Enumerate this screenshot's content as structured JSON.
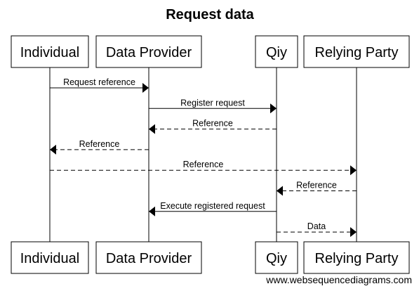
{
  "diagram": {
    "title": "Request data",
    "watermark": "www.websequencediagrams.com",
    "participants": [
      {
        "id": "individual",
        "label": "Individual"
      },
      {
        "id": "provider",
        "label": "Data Provider"
      },
      {
        "id": "qiy",
        "label": "Qiy"
      },
      {
        "id": "relying",
        "label": "Relying Party"
      }
    ],
    "messages": [
      {
        "from": "individual",
        "to": "provider",
        "label": "Request reference",
        "style": "solid"
      },
      {
        "from": "provider",
        "to": "qiy",
        "label": "Register request",
        "style": "solid"
      },
      {
        "from": "qiy",
        "to": "provider",
        "label": "Reference",
        "style": "dashed"
      },
      {
        "from": "provider",
        "to": "individual",
        "label": "Reference",
        "style": "dashed"
      },
      {
        "from": "individual",
        "to": "relying",
        "label": "Reference",
        "style": "dashed"
      },
      {
        "from": "relying",
        "to": "qiy",
        "label": "Reference",
        "style": "dashed"
      },
      {
        "from": "qiy",
        "to": "provider",
        "label": "Execute registered request",
        "style": "solid"
      },
      {
        "from": "qiy",
        "to": "relying",
        "label": "Data",
        "style": "dashed"
      }
    ]
  }
}
